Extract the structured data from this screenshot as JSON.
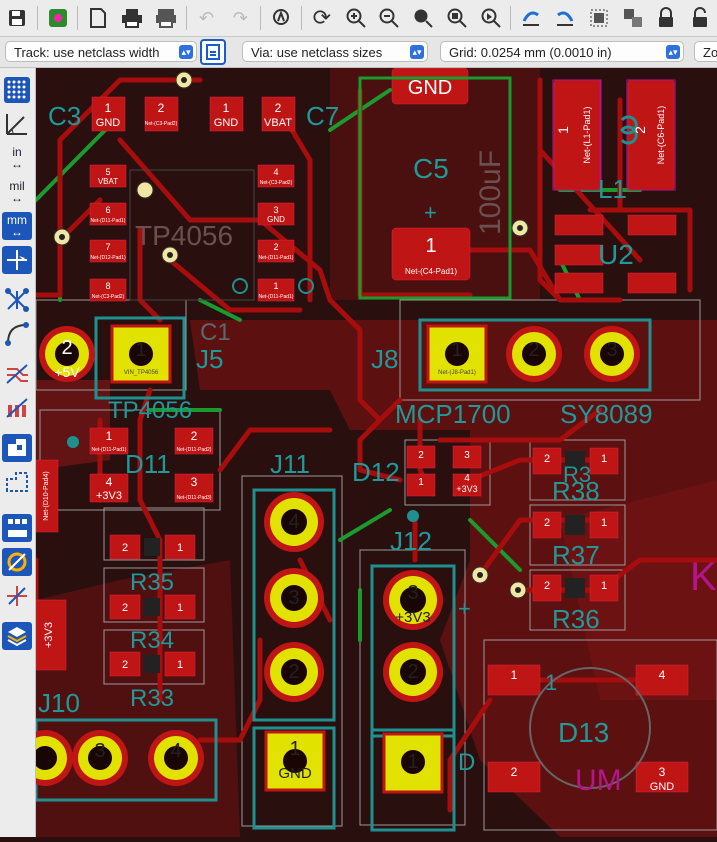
{
  "toolbar": {
    "buttons": [
      "save-icon",
      "footprint-icon",
      "page-settings-icon",
      "print-icon",
      "plot-icon",
      "undo-icon",
      "redo-icon",
      "search-icon",
      "refresh-icon",
      "zoom-in-icon",
      "zoom-out-icon",
      "zoom-fit-icon",
      "zoom-objects-icon",
      "zoom-area-icon",
      "flip-left-icon",
      "flip-right-icon",
      "group-icon",
      "ungroup-icon",
      "lock-icon",
      "unlock-icon"
    ]
  },
  "options_bar": {
    "track": "Track: use netclass width",
    "via": "Via: use netclass sizes",
    "grid": "Grid: 0.0254 mm (0.0010 in)",
    "zoom": "Zo"
  },
  "left_toolbar": {
    "units_in": "in",
    "units_mil": "mil",
    "units_mm": "mm"
  },
  "pcb": {
    "refs": {
      "c3": "C3",
      "c7": "C7",
      "c5": "C5",
      "c5_value": "100uF",
      "l1": "L1",
      "u2": "U2",
      "ic_label": "TP4056",
      "j5": "J5",
      "j8": "J8",
      "j10": "J10",
      "j11": "J11",
      "j12": "J12",
      "d11": "D11",
      "d12": "D12",
      "d13": "D13",
      "r33": "R33",
      "r34": "R34",
      "r35": "R35",
      "r36": "R36",
      "r37": "R37",
      "r38": "R38",
      "tp4056": "TP4056",
      "mcp1700": "MCP1700",
      "sy8089": "SY8089",
      "c_frag": "C1",
      "r_frag": "R3",
      "d_frag": "D"
    },
    "pads": {
      "c3_1": "1",
      "c3_1_net": "GND",
      "c3_2": "2",
      "c3_2_net": "Net-(C3-Pad2)",
      "c7_1": "1",
      "c7_1_net": "GND",
      "c7_2": "2",
      "c7_2_net": "VBAT",
      "gnd_top": "GND",
      "c4_1": "1",
      "c4_1_net": "Net-(C4-Pad1)",
      "l1_1": "1",
      "l1_1_net": "Net-(L1-Pad1)",
      "l1_2": "2",
      "l1_2_net": "Net-(C6-Pad1)",
      "u1_5": "5",
      "u1_5_net": "VBAT",
      "u1_6": "6",
      "u1_6_net": "Net-(D11-Pad1)",
      "u1_7": "7",
      "u1_7_net": "Net-(D12-Pad1)",
      "u1_8": "8",
      "u1_8_net": "Net-(C3-Pad2)",
      "u1_4": "4",
      "u1_4_net": "Net-(C3-Pad2)",
      "u1_3": "3",
      "u1_3_net": "GND",
      "u1_2": "2",
      "u1_2_net": "Net-(D11-Pad1)",
      "u1_1": "1",
      "u1_1_net": "Net-(D11-Pad1)",
      "j5_2": "2",
      "j5_2_net": "+5V",
      "j5_1": "1",
      "j5_1_net": "VIN_TP4056",
      "j8_1": "1",
      "j8_1_net": "Net-(J8-Pad1)",
      "j8_2": "2",
      "j8_3": "3",
      "d11_1": "1",
      "d11_1_net": "Net-(D11-Pad1)",
      "d11_2": "2",
      "d11_2_net": "Net-(D11-Pad2)",
      "d11_4": "4",
      "d11_4_net": "+3V3",
      "d11_3": "3",
      "d11_3_net": "Net-(D11-Pad3)",
      "left_edge_net": "Net-(D10-Pad4)",
      "left_3v3": "+3V3",
      "r35_2": "2",
      "r35_1": "1",
      "r34_2": "2",
      "r34_1": "1",
      "r33_2": "2",
      "r33_1": "1",
      "j10_3": "3",
      "j10_4": "4",
      "j11_4": "4",
      "j11_3": "3",
      "j11_2": "2",
      "j11_1": "1",
      "j11_1_net": "GND",
      "d12_2": "2",
      "d12_3": "3",
      "d12_1": "1",
      "d12_4": "4",
      "d12_4_net": "+3V3",
      "j12_3": "3",
      "j12_3_net": "+3V3",
      "j12_2": "2",
      "j12_1": "1",
      "r38_2": "2",
      "r38_1": "1",
      "r37_2": "2",
      "r37_1": "1",
      "r36_2": "2",
      "r36_1": "1",
      "d13_1": "1",
      "d13_4": "4",
      "d13_2": "2",
      "d13_3": "3",
      "d13_3_net": "GND",
      "d13_1_label": "1"
    },
    "silk_fragments": {
      "um": "UM",
      "k": "K",
      "plus1": "+",
      "plus2": "+",
      "plus3": "+"
    },
    "colors": {
      "board": "#2a0f0f",
      "copper_fill": "#6d1212",
      "track": "#a80d0d",
      "pad": "#c01515",
      "via": "#f2e7a2",
      "tht": "#e2e200",
      "courtyard": "#1f9090",
      "silk": "#d0d0d0",
      "green": "#1b9a2e",
      "magenta": "#b4148c",
      "background": "#000000"
    }
  }
}
